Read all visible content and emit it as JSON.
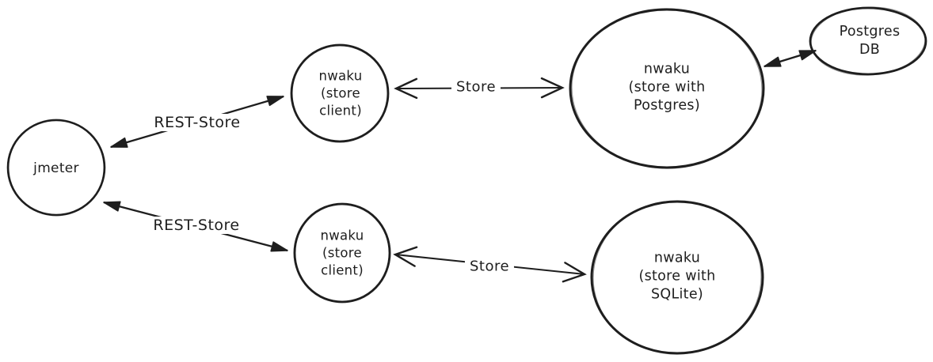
{
  "diagram": {
    "background_color": "#ffffff",
    "stroke_color": "#1e1e1e",
    "nodes": [
      {
        "id": "jmeter",
        "label": "jmeter"
      },
      {
        "id": "nwaku-store-client-top",
        "label": "nwaku\n(store\nclient)"
      },
      {
        "id": "nwaku-store-postgres",
        "label": "nwaku\n(store with\nPostgres)"
      },
      {
        "id": "postgres-db",
        "label": "Postgres\nDB"
      },
      {
        "id": "nwaku-store-client-bottom",
        "label": "nwaku\n(store\nclient)"
      },
      {
        "id": "nwaku-store-sqlite",
        "label": "nwaku\n(store with\nSQLite)"
      }
    ],
    "edges": [
      {
        "id": "jmeter-to-client-top",
        "label": "REST-Store",
        "direction": "both",
        "head_style": "filled"
      },
      {
        "id": "client-top-to-postgres-node",
        "label": "Store",
        "direction": "both",
        "head_style": "open"
      },
      {
        "id": "postgres-node-to-db",
        "label": "",
        "direction": "both",
        "head_style": "filled"
      },
      {
        "id": "jmeter-to-client-bottom",
        "label": "REST-Store",
        "direction": "both",
        "head_style": "filled"
      },
      {
        "id": "client-bottom-to-sqlite-node",
        "label": "Store",
        "direction": "both",
        "head_style": "open"
      }
    ]
  }
}
